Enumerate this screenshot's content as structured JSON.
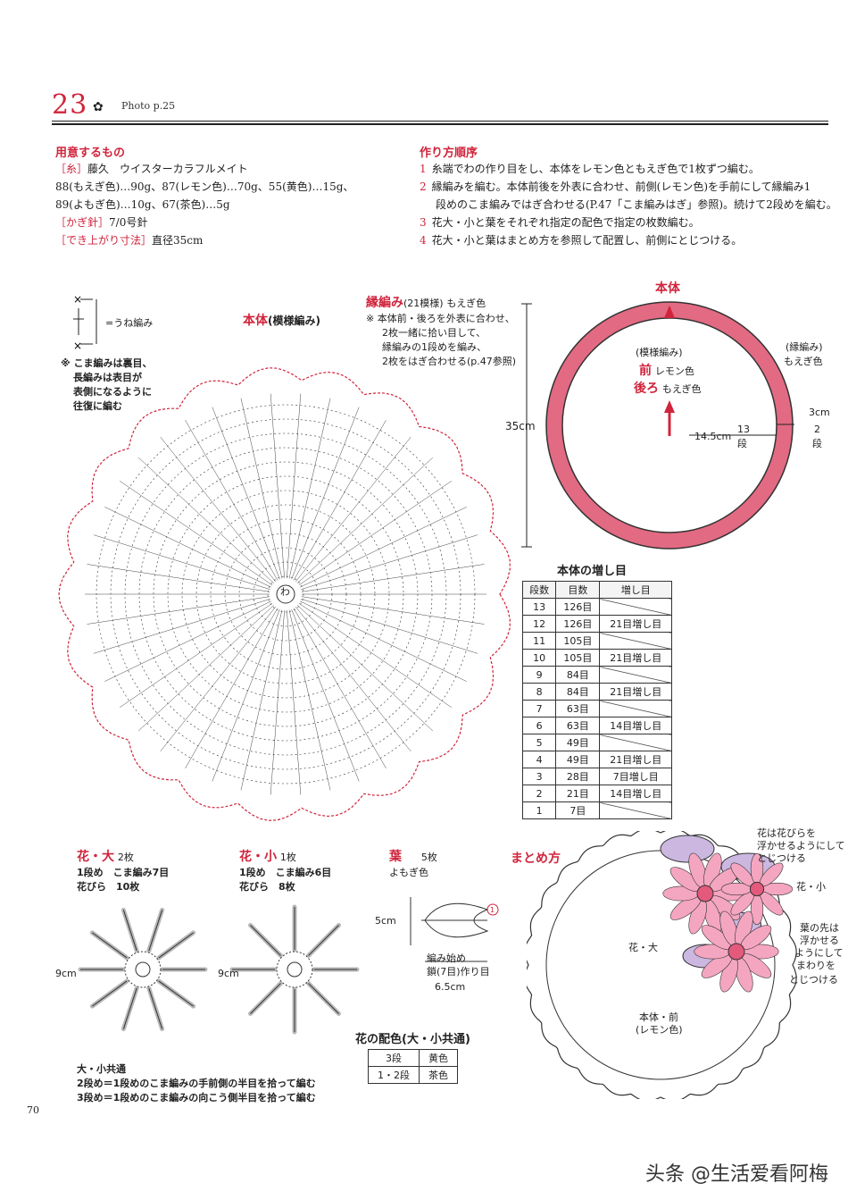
{
  "header": {
    "number": "23",
    "photo": "Photo p.25",
    "page": "70"
  },
  "materials": {
    "title": "用意するもの",
    "yarn_label": "［糸］",
    "yarn_value": "藤久　ウイスターカラフルメイト",
    "yarn_line2": "88(もえぎ色)…90g、87(レモン色)…70g、55(黄色)…15g、",
    "yarn_line3": "89(よもぎ色)…10g、67(茶色)…5g",
    "hook_label": "［かぎ針］",
    "hook_value": "7/0号針",
    "size_label": "［でき上がり寸法］",
    "size_value": "直径35cm"
  },
  "steps": {
    "title": "作り方順序",
    "items": [
      {
        "n": "1",
        "t": "糸端でわの作り目をし、本体をレモン色ともえぎ色で1枚ずつ編む。"
      },
      {
        "n": "2",
        "t": "縁編みを編む。本体前後を外表に合わせ、前側(レモン色)を手前にして縁編み1"
      },
      {
        "n": "",
        "t": "段めのこま編みではぎ合わせる(P.47「こま編みはぎ」参照)。続けて2段めを編む。"
      },
      {
        "n": "3",
        "t": "花大・小と葉をそれぞれ指定の配色で指定の枚数編む。"
      },
      {
        "n": "4",
        "t": "花大・小と葉はまとめ方を参照して配置し、前側にとじつける。"
      }
    ]
  },
  "legend": {
    "une": "=うね編み",
    "note1": "※ こま編みは裏目、",
    "note2": "長編みは表目が",
    "note3": "表側になるように",
    "note4": "往復に編む"
  },
  "body_chart": {
    "title": "本体",
    "sub": "(模様編み)",
    "wa": "わ"
  },
  "edge": {
    "title": "縁編み",
    "sub": "(21模様)",
    "color": "もえぎ色",
    "n1": "※ 本体前・後ろを外表に合わせ、",
    "n2": "2枚一緒に拾い目して、",
    "n3": "縁編みの1段めを編み、",
    "n4": "2枚をはぎ合わせる(p.47参照)"
  },
  "ring": {
    "title": "本体",
    "pattern": "(模様編み)",
    "front": "前",
    "front_color": "レモン色",
    "back": "後ろ",
    "back_color": "もえぎ色",
    "edge": "(縁編み)",
    "edge_color": "もえぎ色",
    "dia": "35cm",
    "radius": "14.5cm",
    "rows13": "13",
    "rows13b": "段",
    "w": "3cm",
    "rows2": "2",
    "rows2b": "段"
  },
  "increase_table": {
    "title": "本体の増し目",
    "headers": [
      "段数",
      "目数",
      "増し目"
    ],
    "rows": [
      [
        "13",
        "126目",
        ""
      ],
      [
        "12",
        "126目",
        "21目増し目"
      ],
      [
        "11",
        "105目",
        ""
      ],
      [
        "10",
        "105目",
        "21目増し目"
      ],
      [
        "9",
        "84目",
        ""
      ],
      [
        "8",
        "84目",
        "21目増し目"
      ],
      [
        "7",
        "63目",
        ""
      ],
      [
        "6",
        "63目",
        "14目増し目"
      ],
      [
        "5",
        "49目",
        ""
      ],
      [
        "4",
        "49目",
        "21目増し目"
      ],
      [
        "3",
        "28目",
        "7目増し目"
      ],
      [
        "2",
        "21目",
        "14目増し目"
      ],
      [
        "1",
        "7目",
        ""
      ]
    ]
  },
  "flower_large": {
    "title": "花・大",
    "count": "2枚",
    "r1": "1段め　こま編み7目",
    "r2": "花びら　10枚",
    "size": "9cm"
  },
  "flower_small": {
    "title": "花・小",
    "count": "1枚",
    "r1": "1段め　こま編み6目",
    "r2": "花びら　8枚",
    "size": "9cm"
  },
  "leaf": {
    "title": "葉",
    "count": "5枚",
    "color": "よもぎ色",
    "h": "5cm",
    "start1": "編み始め",
    "start2": "鎖(7目)作り目",
    "w": "6.5cm"
  },
  "common": {
    "t": "大・小共通",
    "l1": "2段め＝1段めのこま編みの手前側の半目を拾って編む",
    "l2": "3段め＝1段めのこま編みの向こう側半目を拾って編む"
  },
  "color_table": {
    "title": "花の配色(大・小共通)",
    "rows": [
      [
        "3段",
        "黄色"
      ],
      [
        "1・2段",
        "茶色"
      ]
    ]
  },
  "assembly": {
    "title": "まとめ方",
    "n1": "花は花びらを",
    "n2": "浮かせるようにして",
    "n3": "とじつける",
    "small": "花・小",
    "large": "花・大",
    "leaf1": "葉の先は",
    "leaf2": "浮かせる",
    "leaf3": "ようにして",
    "leaf4": "まわりを",
    "leaf5": "とじつける",
    "body1": "本体・前",
    "body2": "(レモン色)"
  },
  "watermark": "头条 @生活爱看阿梅"
}
